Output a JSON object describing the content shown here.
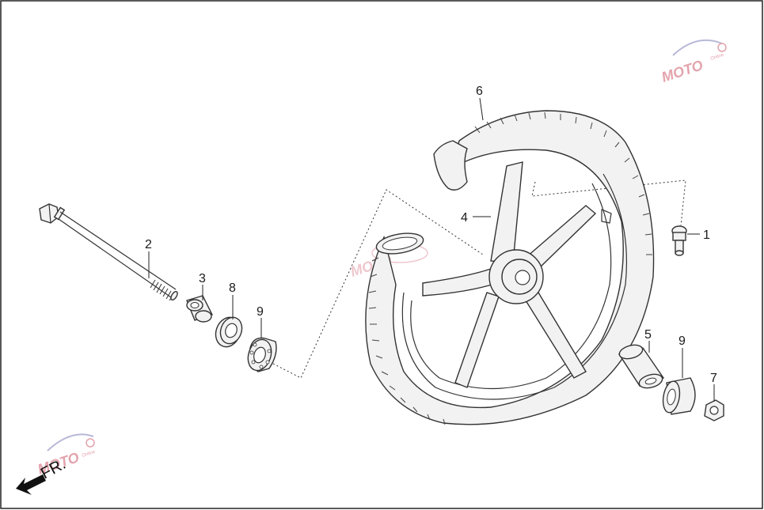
{
  "callouts": {
    "c1": "1",
    "c2": "2",
    "c3": "3",
    "c4": "4",
    "c5": "5",
    "c6": "6",
    "c7": "7",
    "c8": "8",
    "c9a": "9",
    "c9b": "9"
  },
  "front_marker": "FR.",
  "watermark": {
    "text": "MOTO",
    "small": "Online"
  },
  "colors": {
    "line": "#333333",
    "watermark": "#e3a3ac",
    "border": "#222222"
  }
}
